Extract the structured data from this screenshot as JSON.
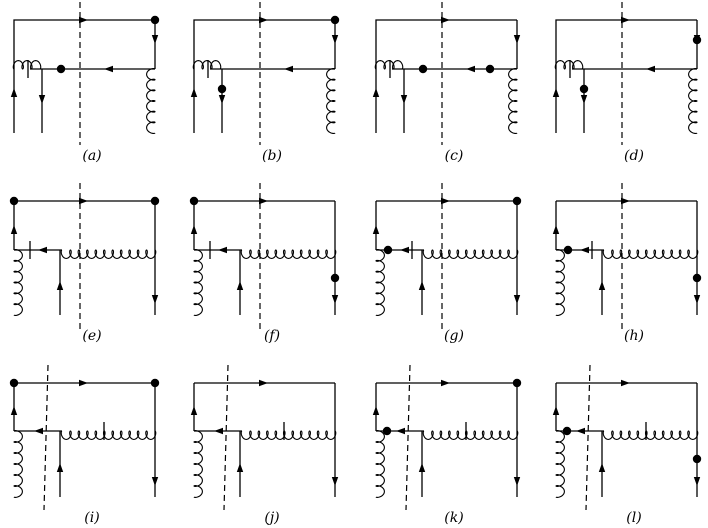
{
  "figure": {
    "panels": [
      {
        "id": "a",
        "label": "(a)"
      },
      {
        "id": "b",
        "label": "(b)"
      },
      {
        "id": "c",
        "label": "(c)"
      },
      {
        "id": "d",
        "label": "(d)"
      },
      {
        "id": "e",
        "label": "(e)"
      },
      {
        "id": "f",
        "label": "(f)"
      },
      {
        "id": "g",
        "label": "(g)"
      },
      {
        "id": "h",
        "label": "(h)"
      },
      {
        "id": "i",
        "label": "(i)"
      },
      {
        "id": "j",
        "label": "(j)"
      },
      {
        "id": "k",
        "label": "(k)"
      },
      {
        "id": "l",
        "label": "(l)"
      }
    ]
  },
  "colors": {
    "ink": "#000000",
    "background": "#ffffff"
  }
}
